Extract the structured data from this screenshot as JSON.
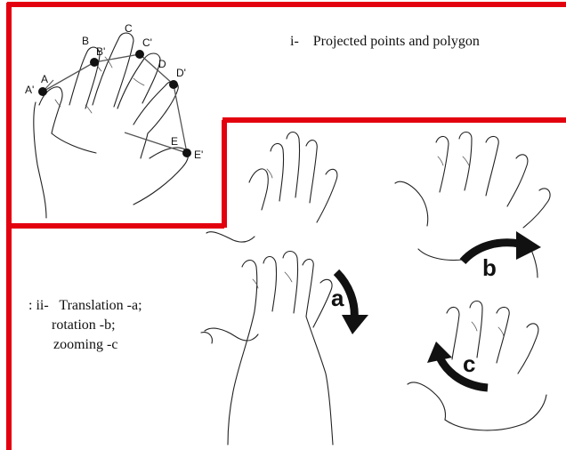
{
  "panel_i": {
    "caption": "i-    Projected points and polygon",
    "points": [
      "A",
      "A'",
      "B",
      "B'",
      "C",
      "C'",
      "D",
      "D'",
      "E",
      "E'"
    ]
  },
  "panel_ii": {
    "caption_line1": ": ii-   Translation -a;",
    "caption_line2": "rotation -b;",
    "caption_line3": "zooming -c",
    "arrow_labels": {
      "translation": "a",
      "rotation": "b",
      "zooming": "c"
    }
  },
  "colors": {
    "frame": "#e3000f",
    "ink": "#222222",
    "arrow": "#111111"
  }
}
